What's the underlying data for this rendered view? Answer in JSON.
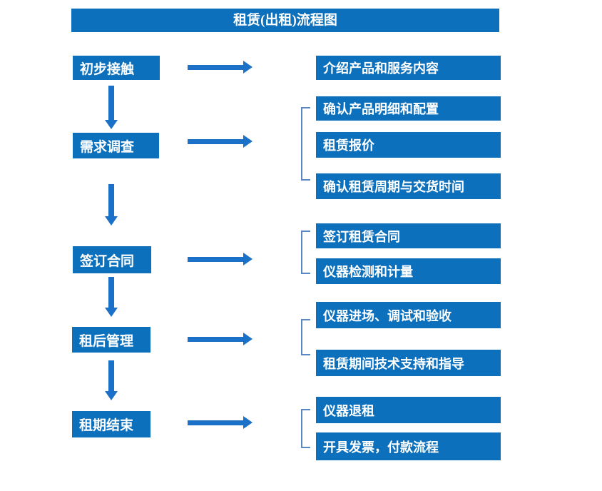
{
  "title": "租赁(出租)流程图",
  "colors": {
    "box_fill": "#0d70bc",
    "arrow": "#1b70c8",
    "bracket": "#5b87c5",
    "text": "#ffffff",
    "background": "#ffffff"
  },
  "stages": [
    {
      "label": "初步接触",
      "details": [
        "介绍产品和服务内容"
      ]
    },
    {
      "label": "需求调查",
      "details": [
        "确认产品明细和配置",
        "租赁报价",
        "确认租赁周期与交货时间"
      ]
    },
    {
      "label": "签订合同",
      "details": [
        "签订租赁合同",
        "仪器检测和计量"
      ]
    },
    {
      "label": "租后管理",
      "details": [
        "仪器进场、调试和验收",
        "租赁期间技术支持和指导"
      ]
    },
    {
      "label": "租期结束",
      "details": [
        "仪器退租",
        "开具发票，付款流程"
      ]
    }
  ]
}
